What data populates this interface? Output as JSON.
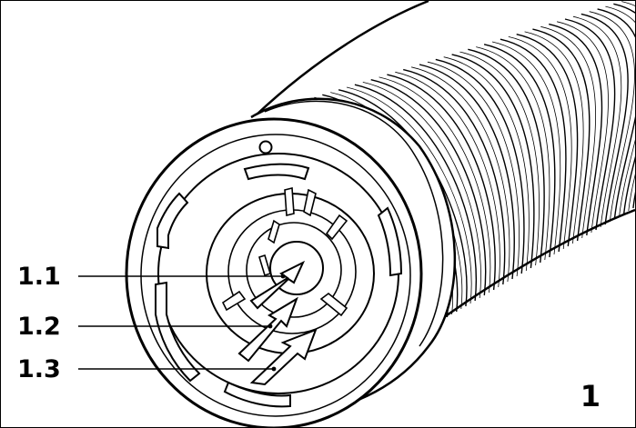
{
  "callouts": [
    {
      "id": "1.1",
      "label": "1.1"
    },
    {
      "id": "1.2",
      "label": "1.2"
    },
    {
      "id": "1.3",
      "label": "1.3"
    }
  ],
  "figure_number": "1",
  "colors": {
    "stroke": "#000000",
    "fill": "#ffffff"
  }
}
